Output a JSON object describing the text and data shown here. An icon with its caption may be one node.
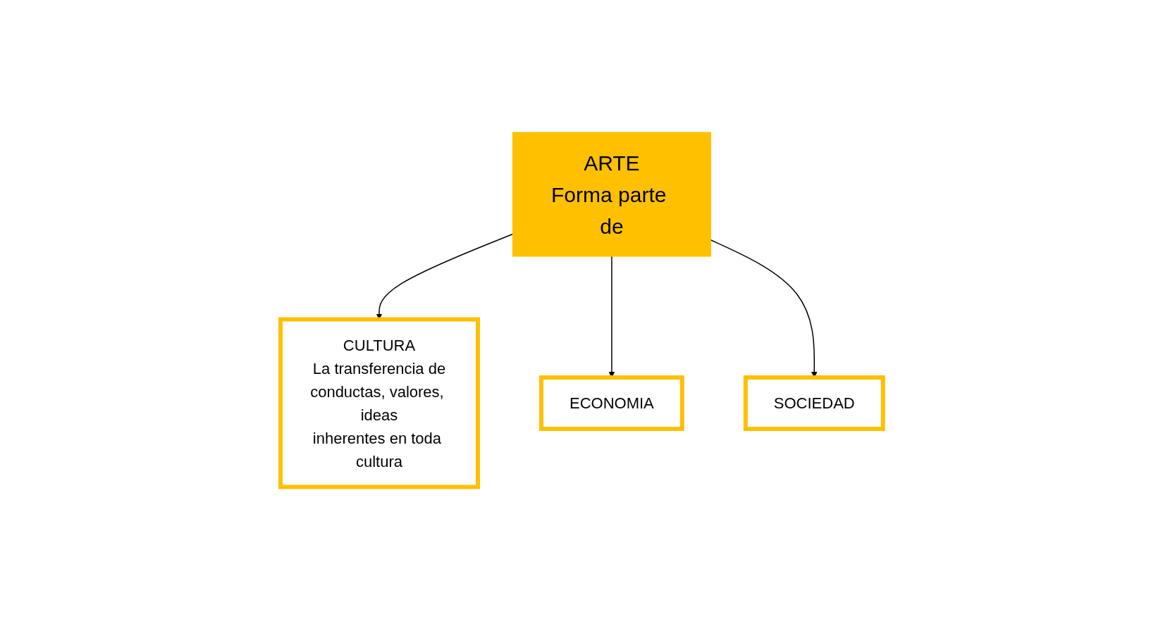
{
  "diagram": {
    "nodes": [
      {
        "text": [
          "CULTURA",
          "La transferencia de conductas, valores, ideas inherentes en toda cultura"
        ]
      },
      {
        "text": [
          "ARTE",
          "Forma parte de"
        ]
      },
      {
        "text": [
          "ECONOMIA"
        ]
      },
      {
        "text": [
          "SOCIEDAD"
        ]
      }
    ],
    "edges": [
      {
        "from": 1,
        "to": 0,
        "arrow": "to"
      },
      {
        "from": 1,
        "to": 2,
        "arrow": "to"
      },
      {
        "from": 1,
        "to": 3,
        "arrow": "to"
      }
    ]
  }
}
